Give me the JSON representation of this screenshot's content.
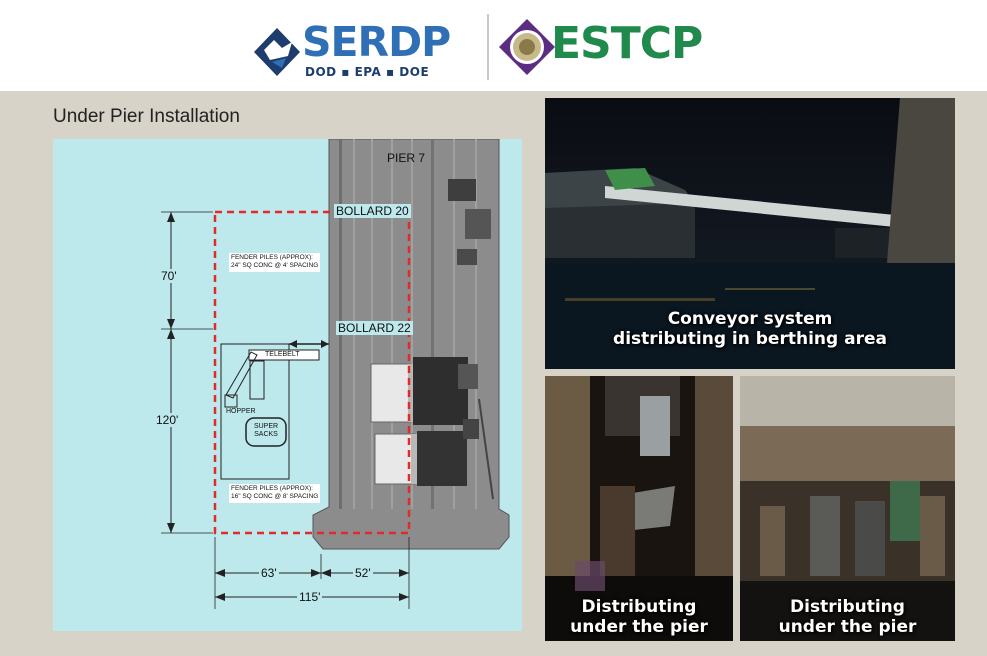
{
  "header": {
    "serdp_name": "SERDP",
    "serdp_agencies": "DOD ▪ EPA ▪ DOE",
    "estcp_name": "ESTCP"
  },
  "title": "Under Pier Installation",
  "diagram": {
    "pier": "PIER 7",
    "bollard_20": "BOLLARD 20",
    "bollard_22": "BOLLARD 22",
    "fender_top_line1": "FENDER PILES (APPROX):",
    "fender_top_line2": "24\" SQ CONC @ 4' SPACING",
    "fender_bottom_line1": "FENDER PILES (APPROX):",
    "fender_bottom_line2": "16\" SQ CONC @ 8' SPACING",
    "telebelt": "TELEBELT",
    "hopper": "HOPPER",
    "super_sacks_line1": "SUPER",
    "super_sacks_line2": "SACKS",
    "dim_70": "70'",
    "dim_120": "120'",
    "dim_63": "63'",
    "dim_52": "52'",
    "dim_115": "115'"
  },
  "photos": {
    "top_caption_line1": "Conveyor system",
    "top_caption_line2": "distributing in berthing area",
    "left_caption_line1": "Distributing",
    "left_caption_line2": "under the pier",
    "right_caption_line1": "Distributing",
    "right_caption_line2": "under the pier"
  }
}
